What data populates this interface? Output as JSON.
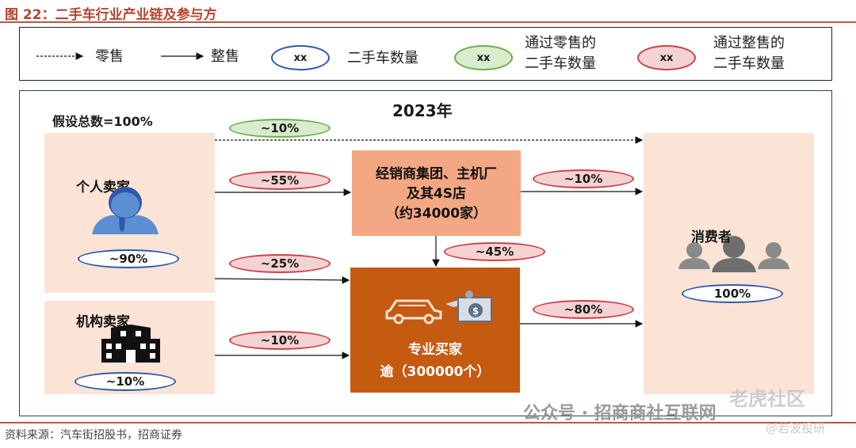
{
  "figure": {
    "title": "图 22：二手车行业产业链及参与方",
    "source": "资料来源：汽车街招股书，招商证券"
  },
  "legend": {
    "retail_label": "零售",
    "wholesale_label": "整售",
    "count_oval_text": "xx",
    "count_label": "二手车数量",
    "retail_count_oval_text": "xx",
    "retail_count_label_line1": "通过零售的",
    "retail_count_label_line2": "二手车数量",
    "wholesale_count_oval_text": "xx",
    "wholesale_count_label_line1": "通过整售的",
    "wholesale_count_label_line2": "二手车数量"
  },
  "diagram": {
    "year": "2023年",
    "assumption": "假设总数=100%",
    "individual_seller": {
      "label": "个人卖家",
      "share": "~90%"
    },
    "institutional_seller": {
      "label": "机构卖家",
      "share": "~10%"
    },
    "dealer": {
      "line1": "经销商集团、主机厂",
      "line2": "及其4S店",
      "line3": "（约34000家）"
    },
    "pro_buyer": {
      "line1": "专业买家",
      "line2": "逾（300000个）"
    },
    "consumer": {
      "label": "消费者",
      "share": "100%"
    },
    "flows": {
      "individual_to_consumer_retail": "~10%",
      "individual_to_dealer": "~55%",
      "individual_to_pro": "~25%",
      "institution_to_pro": "~10%",
      "dealer_to_consumer": "~10%",
      "dealer_to_pro": "~45%",
      "pro_to_consumer": "~80%"
    }
  },
  "watermarks": {
    "line1": "公众号 · 招商商社互联网",
    "line2": "老虎社区",
    "line3": "@若波投研"
  },
  "colors": {
    "title_red": "#b5452f",
    "blue_oval": "#2e58a8",
    "green_oval": "#6ab04c",
    "red_oval": "#c8424a",
    "panel_pink": "#fbe3d6",
    "panel_orange": "#f4a783",
    "panel_dark_orange": "#c55a11",
    "icon_blue": "#5b8fd1"
  }
}
